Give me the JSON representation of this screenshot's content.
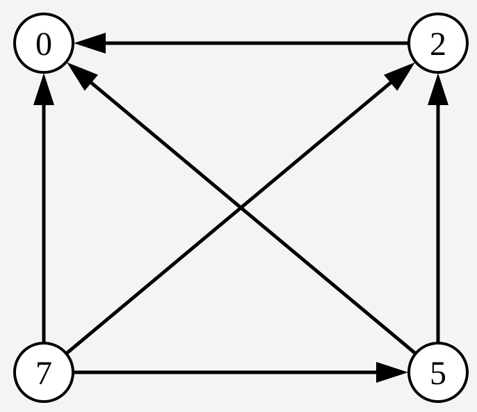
{
  "diagram": {
    "nodes": [
      {
        "id": "n0",
        "label": "0"
      },
      {
        "id": "n2",
        "label": "2"
      },
      {
        "id": "n7",
        "label": "7"
      },
      {
        "id": "n5",
        "label": "5"
      }
    ],
    "edges": [
      {
        "from": "n2",
        "to": "n0"
      },
      {
        "from": "n5",
        "to": "n2"
      },
      {
        "from": "n7",
        "to": "n0"
      },
      {
        "from": "n7",
        "to": "n2"
      },
      {
        "from": "n5",
        "to": "n0"
      },
      {
        "from": "n7",
        "to": "n5"
      }
    ]
  }
}
